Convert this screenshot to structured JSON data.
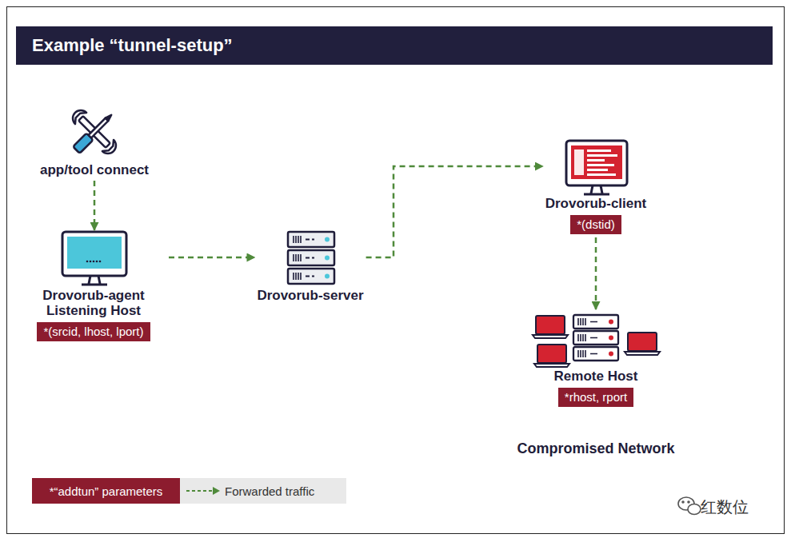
{
  "diagram": {
    "title": "Example “tunnel-setup”",
    "nodes": [
      {
        "text": [
          "app/tool connect"
        ]
      },
      {
        "text": [
          "Drovorub-agent Listening Host",
          "*(srcid, lhost, lport)"
        ]
      },
      {
        "text": [
          "Drovorub-server"
        ]
      },
      {
        "text": [
          "Compromised Network"
        ]
      },
      {
        "text": [
          "Drovorub-client",
          "*(dstid)"
        ],
        "in": 3
      },
      {
        "text": [
          "Remote Host",
          "*rhost, rport"
        ],
        "in": 3
      }
    ],
    "edges": [
      {
        "from": 0,
        "to": 1,
        "arrow": "to"
      },
      {
        "from": 1,
        "to": 2,
        "arrow": "to"
      },
      {
        "from": 2,
        "to": 4,
        "arrow": "to"
      },
      {
        "from": 4,
        "to": 5,
        "arrow": "to"
      }
    ],
    "labels": [
      "红数位"
    ],
    "legend": [
      {
        "text": "*“addtun” parameters",
        "color": "#8c1c2e"
      },
      {
        "text": "Forwarded traffic"
      }
    ]
  }
}
